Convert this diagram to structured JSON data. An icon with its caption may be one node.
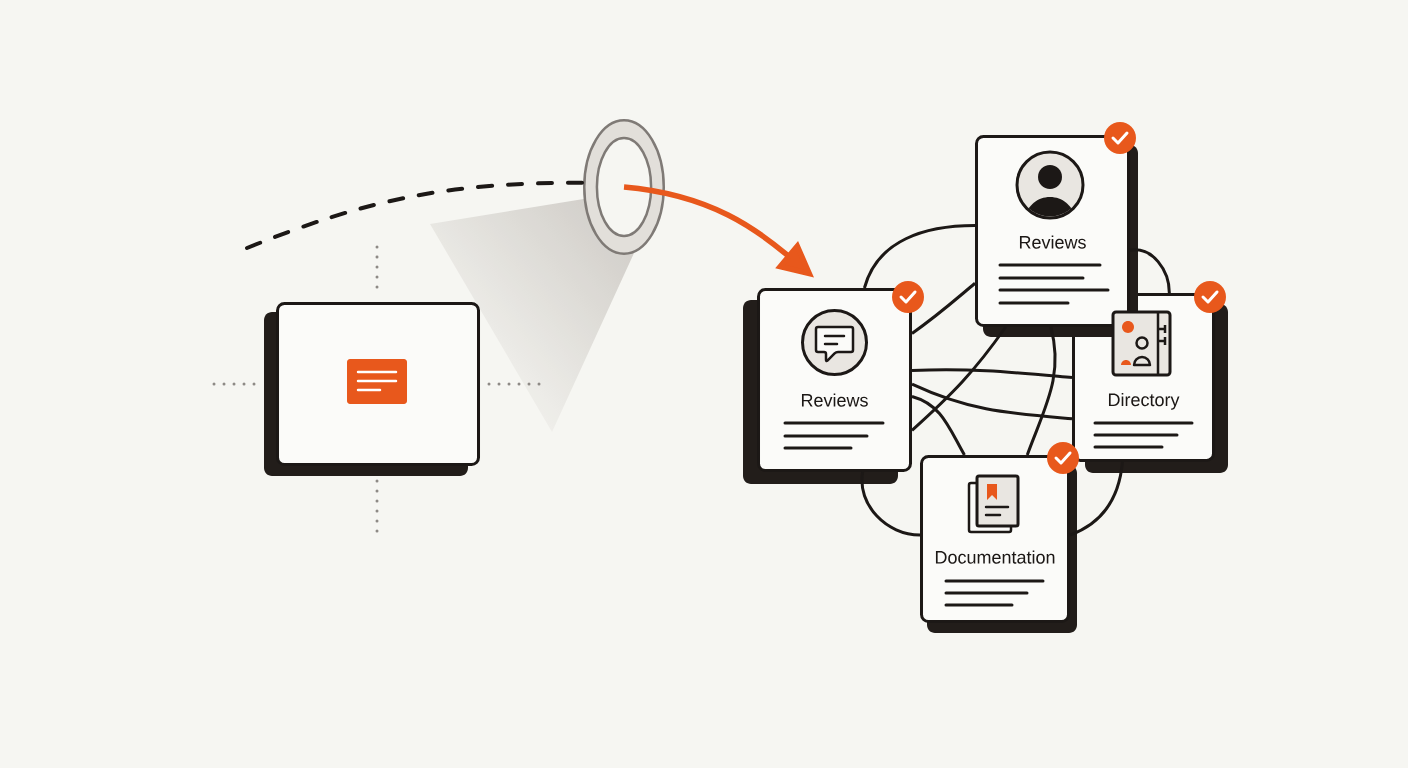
{
  "diagram": {
    "nodes": [
      {
        "text": [],
        "shape": "box"
      },
      {
        "text": [],
        "shape": "ring"
      },
      {
        "text": [
          "Reviews"
        ]
      },
      {
        "text": [
          "Reviews"
        ]
      },
      {
        "text": [
          "Directory"
        ]
      },
      {
        "text": [
          "Documentation"
        ]
      }
    ],
    "edges": [
      {
        "from": null,
        "to": 1,
        "arrow": "none",
        "style": "dashed"
      },
      {
        "from": 1,
        "to": 2,
        "arrow": "to",
        "style": "thick",
        "color": "#e8581c"
      },
      {
        "from": 2,
        "to": 3,
        "arrow": "none"
      },
      {
        "from": 2,
        "to": 3,
        "arrow": "none"
      },
      {
        "from": 2,
        "to": 3,
        "arrow": "none"
      },
      {
        "from": 2,
        "to": 4,
        "arrow": "none"
      },
      {
        "from": 2,
        "to": 4,
        "arrow": "none"
      },
      {
        "from": 2,
        "to": 5,
        "arrow": "none"
      },
      {
        "from": 2,
        "to": 5,
        "arrow": "none"
      },
      {
        "from": 3,
        "to": 4,
        "arrow": "none"
      },
      {
        "from": 3,
        "to": 5,
        "arrow": "none"
      },
      {
        "from": 5,
        "to": 4,
        "arrow": "none"
      }
    ]
  }
}
